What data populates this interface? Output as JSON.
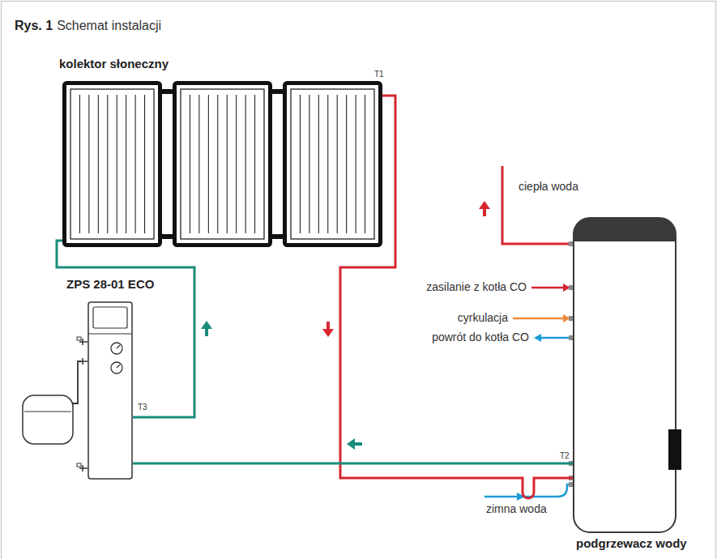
{
  "diagram": {
    "title": "Schemat instalacji",
    "nodes": [
      {
        "text": [
          "kolektor słoneczny"
        ]
      },
      {
        "text": [
          "ZPS 28-01 ECO"
        ]
      },
      {
        "text": [
          "podgrzewacz wody"
        ]
      }
    ],
    "edges": [
      {
        "from": 0,
        "to": 2,
        "arrow": "none"
      },
      {
        "from": 2,
        "to": 1,
        "arrow": "none"
      },
      {
        "from": 1,
        "to": 0,
        "arrow": "none"
      }
    ],
    "labels": [
      "Rys. 1",
      "T1",
      "ciepła woda",
      "zasilanie z kotła CO",
      "cyrkulacja",
      "powrót do kotła CO",
      "T3",
      "T2",
      "zimna woda"
    ]
  }
}
